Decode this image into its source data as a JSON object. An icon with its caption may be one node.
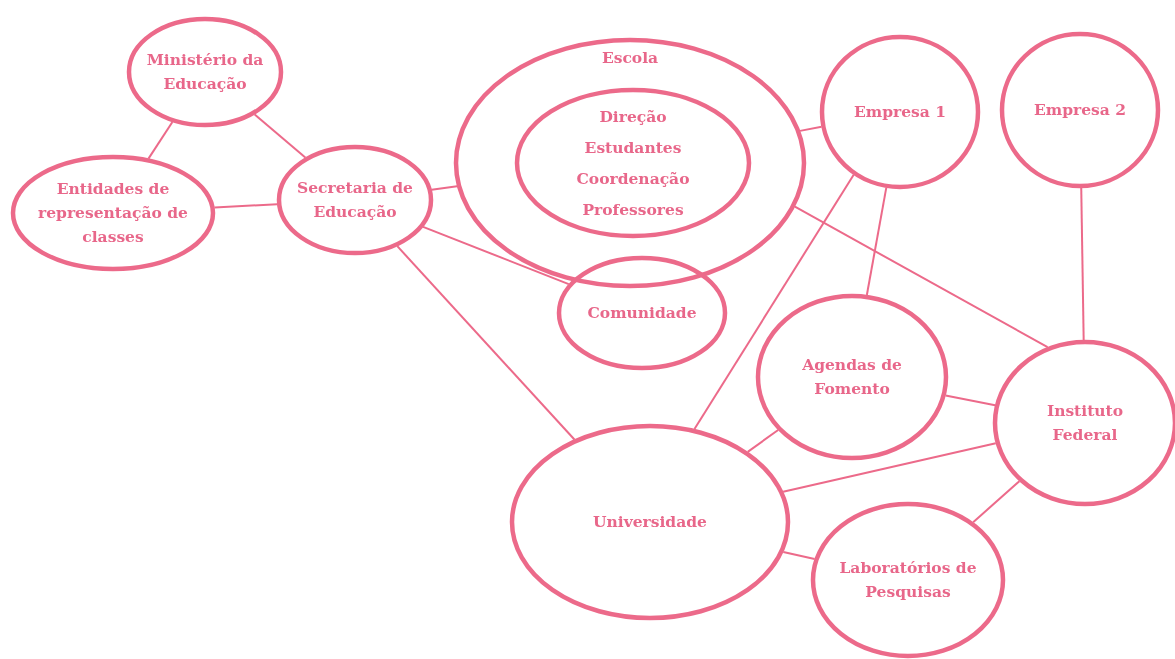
{
  "diagram": {
    "nodes": [
      {
        "text": [
          "Ministério da Educação"
        ]
      },
      {
        "text": [
          "Entidades de representação de classes"
        ]
      },
      {
        "text": [
          "Secretaria de Educação"
        ]
      },
      {
        "text": [
          "Escola"
        ]
      },
      {
        "text": [
          "Direção",
          "Estudantes",
          "Coordenação",
          "Professores"
        ],
        "in": 3
      },
      {
        "text": [
          "Comunidade"
        ]
      },
      {
        "text": [
          "Empresa 1"
        ]
      },
      {
        "text": [
          "Empresa 2"
        ]
      },
      {
        "text": [
          "Agendas de Fomento"
        ]
      },
      {
        "text": [
          "Instituto Federal"
        ]
      },
      {
        "text": [
          "Universidade"
        ]
      },
      {
        "text": [
          "Laboratórios de Pesquisas"
        ]
      }
    ],
    "edges": [
      {
        "from": 0,
        "to": 2,
        "arrow": "none"
      },
      {
        "from": 0,
        "to": 1,
        "arrow": "none"
      },
      {
        "from": 1,
        "to": 2,
        "arrow": "none"
      },
      {
        "from": 2,
        "to": 3,
        "arrow": "none"
      },
      {
        "from": 2,
        "to": 5,
        "arrow": "none"
      },
      {
        "from": 2,
        "to": 10,
        "arrow": "none"
      },
      {
        "from": 3,
        "to": 6,
        "arrow": "none"
      },
      {
        "from": 3,
        "to": 9,
        "arrow": "none"
      },
      {
        "from": 6,
        "to": 10,
        "arrow": "none"
      },
      {
        "from": 6,
        "to": 8,
        "arrow": "none"
      },
      {
        "from": 7,
        "to": 9,
        "arrow": "none"
      },
      {
        "from": 8,
        "to": 9,
        "arrow": "none"
      },
      {
        "from": 8,
        "to": 10,
        "arrow": "none"
      },
      {
        "from": 9,
        "to": 10,
        "arrow": "none"
      },
      {
        "from": 9,
        "to": 11,
        "arrow": "none"
      },
      {
        "from": 10,
        "to": 11,
        "arrow": "none"
      }
    ]
  }
}
